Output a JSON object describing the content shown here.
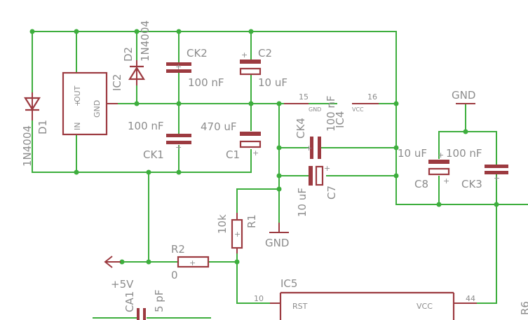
{
  "schematic": {
    "d1": {
      "name": "D1",
      "value": "1N4004"
    },
    "d2": {
      "name": "D2",
      "value": "1N4004"
    },
    "ic2": {
      "name": "IC2",
      "pin_out": "OUT",
      "pin_gnd": "GND",
      "pin_in": "IN"
    },
    "ck2": {
      "name": "CK2",
      "value": "100 nF"
    },
    "c2": {
      "name": "C2",
      "value": "10 uF"
    },
    "ck1": {
      "name": "CK1",
      "value": "100 nF"
    },
    "c1": {
      "name": "C1",
      "value": "470 uF"
    },
    "ck4": {
      "name": "CK4",
      "value": "100 nF"
    },
    "ic4": {
      "name": "IC4",
      "pin15_num": "15",
      "pin15_name": "GND",
      "pin16_num": "16",
      "pin16_name": "VCC"
    },
    "c7": {
      "name": "C7",
      "value": "10 uF"
    },
    "c8": {
      "name": "C8",
      "value": "10 uF"
    },
    "ck3": {
      "name": "CK3",
      "value": "100 nF"
    },
    "gnd_top": "GND",
    "gnd_mid": "GND",
    "r1": {
      "name": "R1",
      "value": "10k"
    },
    "r2": {
      "name": "R2",
      "value": "0"
    },
    "supply": "+5V",
    "ca1": {
      "name": "CA1",
      "value": "5 pF"
    },
    "ic5": {
      "name": "IC5",
      "pin10_num": "10",
      "pin10_name": "RST",
      "pin44_num": "44",
      "pin44_name": "VCC"
    },
    "r6": {
      "name": "R6"
    }
  },
  "colors": {
    "wire": "#3dae3d",
    "part": "#9c3a40",
    "text": "#8c8c8c"
  }
}
